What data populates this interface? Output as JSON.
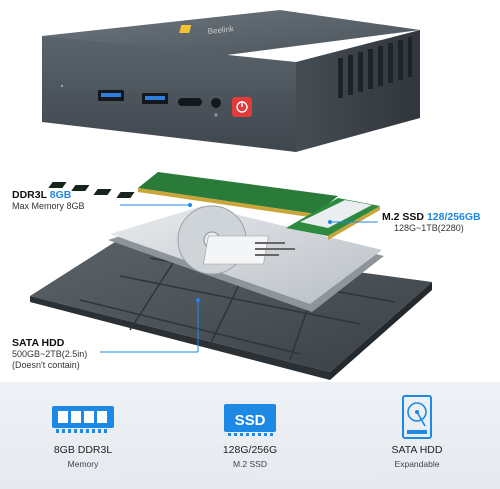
{
  "device": {
    "brand": "Beelink",
    "ports": [
      "usb-a-port",
      "usb-a-port",
      "usb-c-port",
      "audio-jack",
      "power-button"
    ]
  },
  "callouts": {
    "ram": {
      "title_prefix": "DDR3L ",
      "title_accent": "8GB",
      "sub": "Max Memory 8GB"
    },
    "ssd": {
      "title_prefix": "M.2 SSD ",
      "title_accent": "128/256GB",
      "sub": "128G~1TB(2280)"
    },
    "hdd": {
      "title": "SATA HDD",
      "sub1": "500GB~2TB(2.5in)",
      "sub2": "(Doesn't contain)"
    }
  },
  "features": [
    {
      "icon": "memory-icon",
      "label": "8GB DDR3L",
      "sub": "Memory"
    },
    {
      "icon": "ssd-icon",
      "icon_text": "SSD",
      "label": "128G/256G",
      "sub": "M.2 SSD"
    },
    {
      "icon": "hdd-icon",
      "label": "SATA HDD",
      "sub": "Expandable"
    }
  ],
  "colors": {
    "accent": "#1e88e5",
    "case": "#4d565e",
    "power": "#e23a3a",
    "usb_blue": "#2f7fe0"
  }
}
